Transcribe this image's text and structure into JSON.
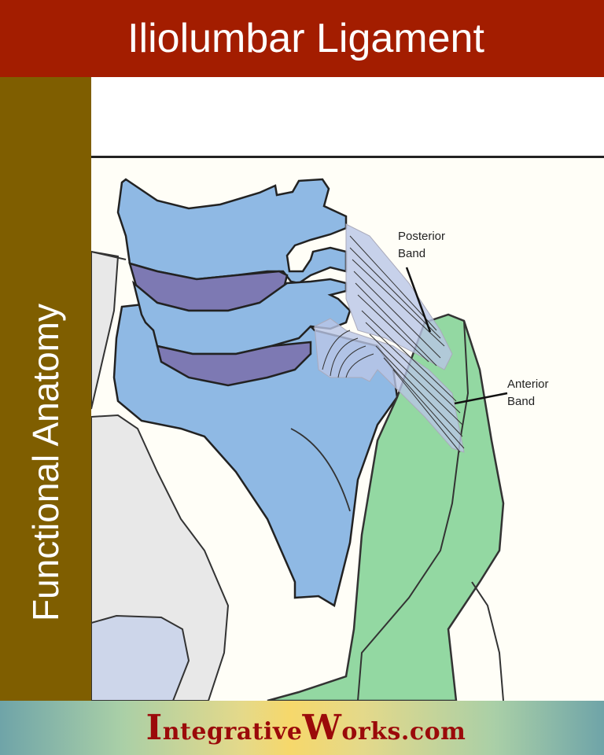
{
  "header": {
    "title": "Iliolumbar Ligament"
  },
  "sidebar": {
    "label": "Functional Anatomy"
  },
  "figure": {
    "labels": [
      {
        "line1": "Posterior",
        "line2": "Band"
      },
      {
        "line1": "Anterior",
        "line2": "Band"
      }
    ],
    "colors": {
      "vertebra": "#8fb9e4",
      "disc": "#7d79b3",
      "ilium": "#93d8a2",
      "ligament": "#b9c5e6",
      "pelvis_bg": "#e8e8e8",
      "pelvis_inner": "#cdd6ea",
      "background": "#fffef7"
    }
  },
  "footer": {
    "brand_cap1": "I",
    "brand_part1": "ntegrative",
    "brand_cap2": "W",
    "brand_part2": "orks.com"
  },
  "colors": {
    "header_bg": "#a31d00",
    "sidebar_bg": "#7f5e00",
    "brand_text": "#9b0a0a"
  }
}
